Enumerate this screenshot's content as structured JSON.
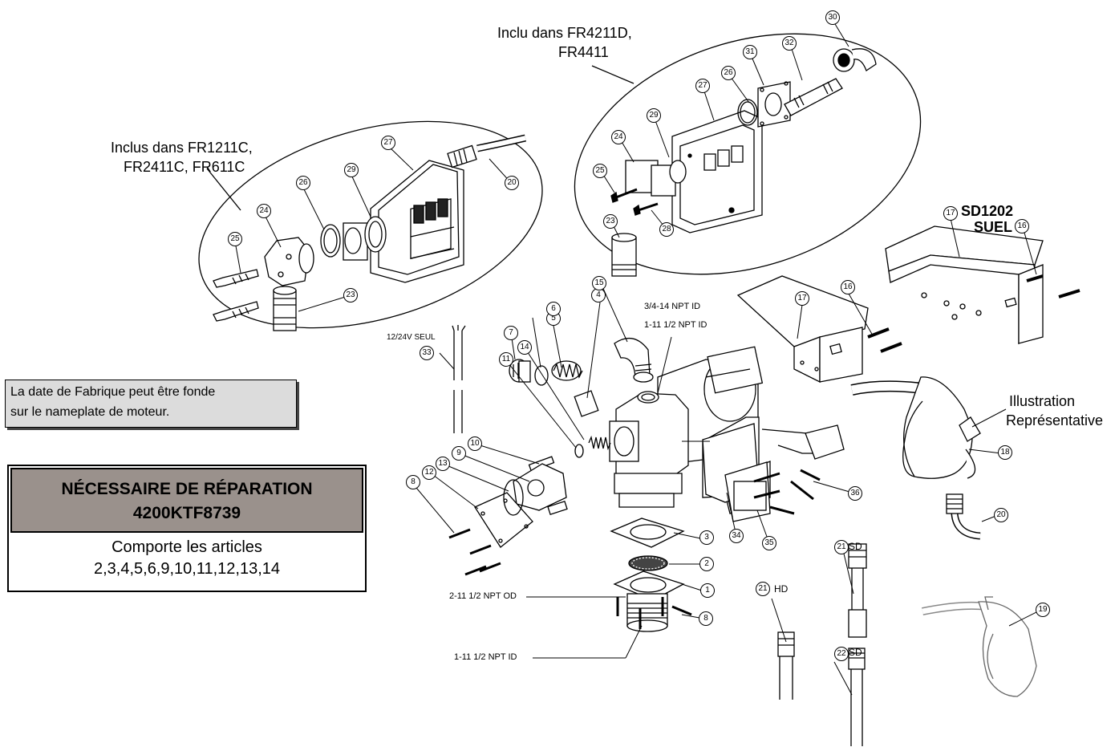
{
  "groups": {
    "left": [
      "Inclus dans FR1211C,",
      "FR2411C, FR611C"
    ],
    "right": [
      "Inclu dans FR4211D,",
      "FR4411"
    ]
  },
  "sd_label": [
    "SD1202",
    "SUEL"
  ],
  "note": [
    "La date de Fabrique peut être fonde",
    "sur le nameplate de moteur."
  ],
  "kit": {
    "title": [
      "NÉCESSAIRE DE RÉPARATION",
      "4200KTF8739"
    ],
    "body": [
      "Comporte les articles",
      "2,3,4,5,6,9,10,11,12,13,14"
    ]
  },
  "illustration_label": [
    "Illustration",
    "Représentative"
  ],
  "dimensions": {
    "port_top_1": "3/4-14 NPT ID",
    "port_top_2": "1-11 1/2 NPT ID",
    "voltage": "12/24V SEUL",
    "od": "2-11 1/2 NPT OD",
    "id_bottom": "1-11 1/2 NPT ID"
  },
  "suffixes": {
    "hd": "HD",
    "sd1": "SD",
    "sd2": "SD"
  },
  "callouts": [
    "1",
    "2",
    "3",
    "4",
    "5",
    "6",
    "7",
    "8",
    "8",
    "9",
    "10",
    "11",
    "12",
    "13",
    "14",
    "15",
    "16",
    "16",
    "17",
    "17",
    "18",
    "19",
    "20",
    "20",
    "21",
    "21",
    "22",
    "23",
    "23",
    "24",
    "24",
    "25",
    "25",
    "26",
    "26",
    "27",
    "27",
    "28",
    "29",
    "29",
    "30",
    "31",
    "32",
    "33",
    "34",
    "35",
    "36"
  ],
  "icons": [
    "pump-motor",
    "nozzle",
    "hose",
    "meter",
    "gasket",
    "filter-screen",
    "elbow",
    "nipple",
    "bolt",
    "bracket"
  ]
}
